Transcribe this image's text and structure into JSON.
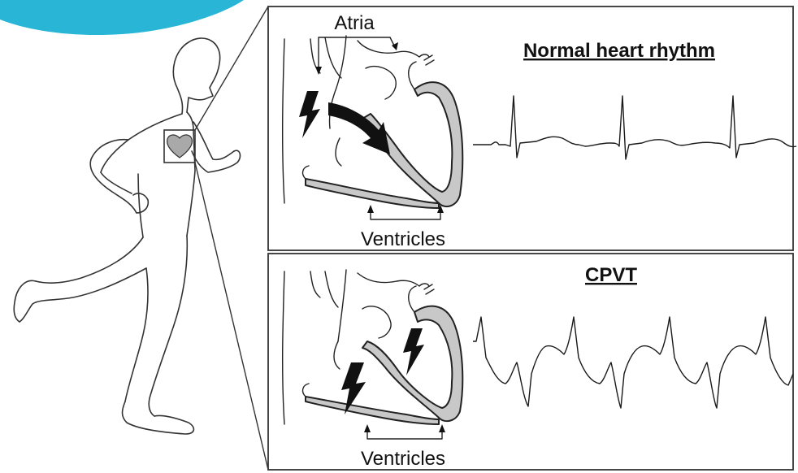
{
  "panels": {
    "top": {
      "title": "Normal heart rhythm",
      "label_atria": "Atria",
      "label_ventricles": "Ventricles"
    },
    "bottom": {
      "title": "CPVT",
      "label_ventricles": "Ventricles"
    }
  },
  "colors": {
    "accent_blob": "#29b6d6",
    "heart_fill": "#a9a9a9",
    "ventricle_wall": "#c8c8c8",
    "line": "#1a1a1a"
  }
}
